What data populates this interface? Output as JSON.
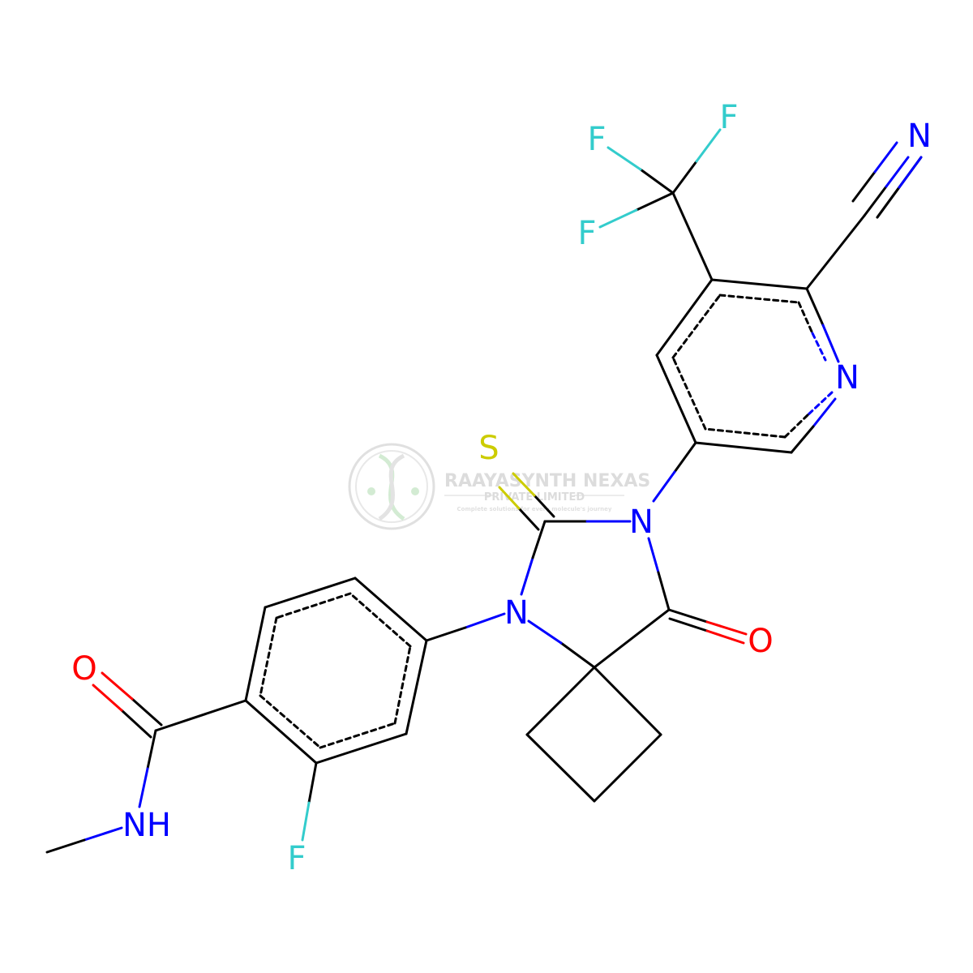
{
  "colors": {
    "bond": "#000000",
    "N": "#0000ff",
    "O": "#ff0000",
    "F": "#33cccc",
    "S": "#cccc00",
    "watermark": "#d9d9d9",
    "watermark_green": "#b9e3b9"
  },
  "atoms": {
    "N_nitrile": "N",
    "F_top": "F",
    "F_left": "F",
    "F_low": "F",
    "N_pyridine": "N",
    "S_thione": "S",
    "N_right": "N",
    "N_left": "N",
    "O_ketone": "O",
    "O_amide": "O",
    "NH_amide": "NH",
    "F_aryl": "F"
  },
  "watermark": {
    "name": "RAAYASYNTH NEXAS",
    "sub": "PRIVATE LIMITED",
    "tagline": "Complete solutions for every molecule's journey"
  }
}
